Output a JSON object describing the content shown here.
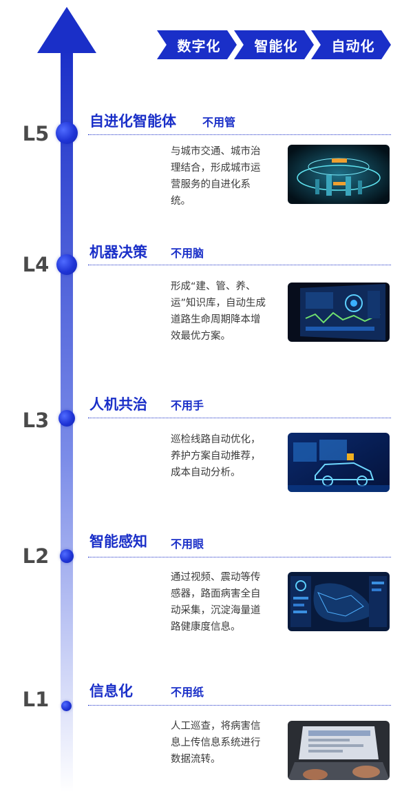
{
  "chevrons": [
    "数字化",
    "智能化",
    "自动化"
  ],
  "levels": [
    {
      "code": "L5",
      "title": "自进化智能体",
      "tag": "不用管",
      "desc": "与城市交通、城市治理结合，形成城市运营服务的自进化系统。",
      "thumb_icon": "smart-city-hologram-image"
    },
    {
      "code": "L4",
      "title": "机器决策",
      "tag": "不用脑",
      "desc": "形成“建、管、养、运”知识库，自动生成道路生命周期降本增效最优方案。",
      "thumb_icon": "data-dashboard-screens-image"
    },
    {
      "code": "L3",
      "title": "人机共治",
      "tag": "不用手",
      "desc": "巡检线路自动优化，养护方案自动推荐，成本自动分析。",
      "thumb_icon": "inspection-vehicle-image"
    },
    {
      "code": "L2",
      "title": "智能感知",
      "tag": "不用眼",
      "desc": "通过视频、震动等传感器，路面病害全自动采集，沉淀海量道路健康度信息。",
      "thumb_icon": "monitoring-map-dashboard-image"
    },
    {
      "code": "L1",
      "title": "信息化",
      "tag": "不用纸",
      "desc": "人工巡查，将病害信息上传信息系统进行数据流转。",
      "thumb_icon": "laptop-typing-image"
    }
  ],
  "colors": {
    "accent": "#1a2fc8",
    "label": "#4a4a4a",
    "text": "#3a3a3a"
  }
}
